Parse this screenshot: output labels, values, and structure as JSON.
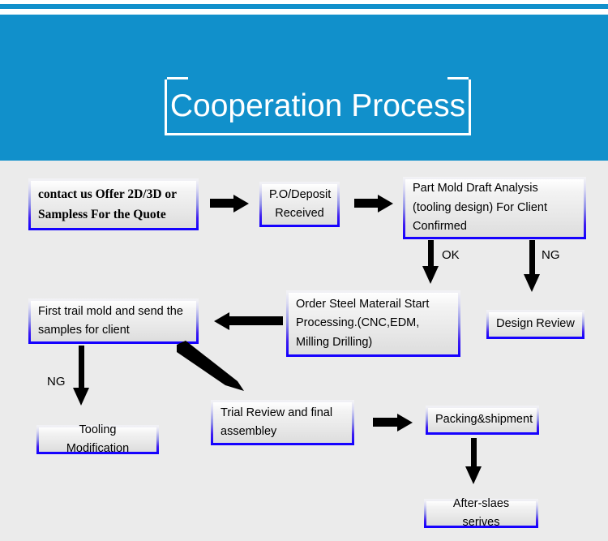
{
  "header": {
    "title": "Cooperation Process",
    "bg_color": "#1190cb",
    "accent_strip_color": "#1190cb"
  },
  "page": {
    "background_color": "#ebebeb",
    "node_border_bottom_color": "#1400ff",
    "node_fill_top_color": "#ffffff",
    "node_fill_bottom_color": "#dddddd"
  },
  "flow": {
    "nodes": [
      {
        "id": "contact",
        "label": "contact us Offer 2D/3D or\nSampless For the Quote"
      },
      {
        "id": "po",
        "label": "P.O/Deposit\nReceived"
      },
      {
        "id": "draft",
        "label": "Part Mold Draft Analysis\n(tooling design) For Client\nConfirmed"
      },
      {
        "id": "design-review",
        "label": "Design Review"
      },
      {
        "id": "order-steel",
        "label": "Order Steel Materail Start\nProcessing.(CNC,EDM,\nMilling Drilling)"
      },
      {
        "id": "first-trial",
        "label": "First trail mold and send the\nsamples for client"
      },
      {
        "id": "tooling-mod",
        "label": "Tooling Modification"
      },
      {
        "id": "trial-review",
        "label": "Trial Review and final\nassembley"
      },
      {
        "id": "packing",
        "label": "Packing&shipment"
      },
      {
        "id": "after-sales",
        "label": "After-slaes serives"
      }
    ],
    "arrow_labels": {
      "ok": "OK",
      "ng_right": "NG",
      "ng_left": "NG"
    }
  }
}
